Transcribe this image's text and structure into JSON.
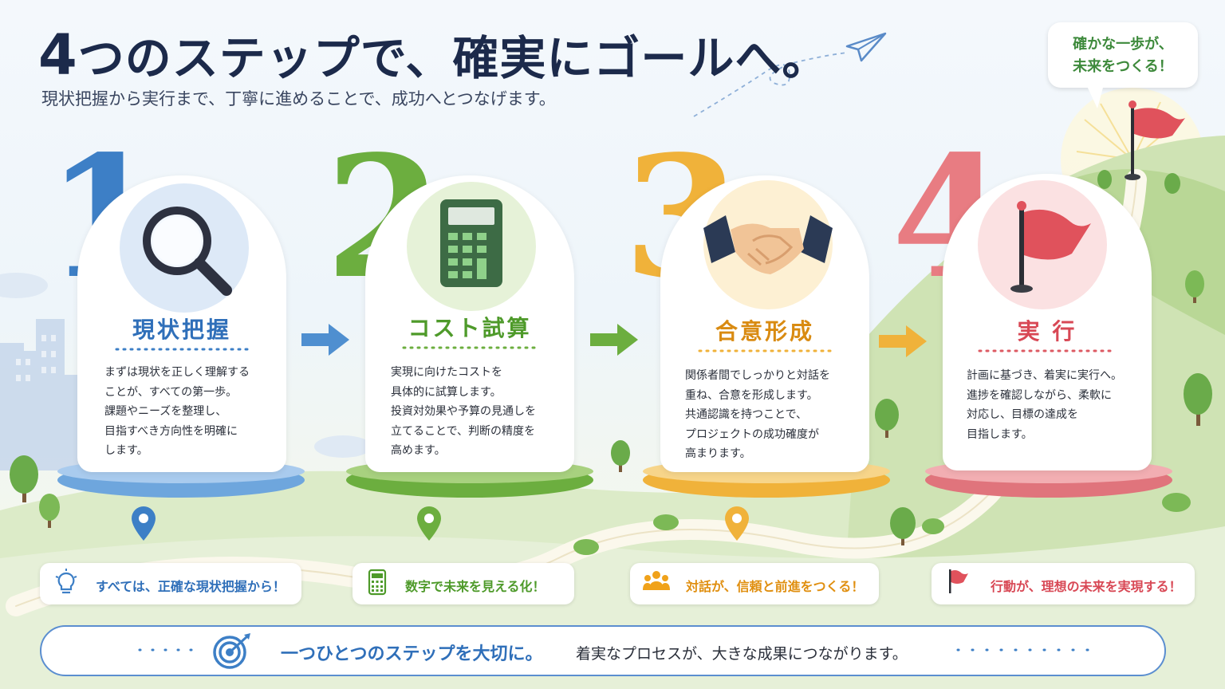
{
  "header": {
    "title_number": "4",
    "title_rest": "つのステップで、確実にゴールへ。",
    "subtitle": "現状把握から実行まで、丁寧に進めることで、成功へとつなげます。"
  },
  "top_bubble": {
    "line1": "確かな一歩が、",
    "line2": "未来をつくる！"
  },
  "steps": [
    {
      "number": "1",
      "title": "現状把握",
      "body": [
        "まずは現状を正しく理解する",
        "ことが、すべての第一歩。",
        "課題やニーズを整理し、",
        "目指すべき方向性を明確に",
        "します。"
      ],
      "callout": "すべては、正確な現状把握から！",
      "color": "#3d7fc6",
      "icon": "magnifier-icon"
    },
    {
      "number": "2",
      "title": "コスト試算",
      "body": [
        "実現に向けたコストを",
        "具体的に試算します。",
        "投資対効果や予算の見通しを",
        "立てることで、判断の精度を",
        "高めます。"
      ],
      "callout": "数字で未来を見える化！",
      "color": "#6cae3f",
      "icon": "calculator-icon"
    },
    {
      "number": "3",
      "title": "合意形成",
      "body": [
        "関係者間でしっかりと対話を",
        "重ね、合意を形成します。",
        "共通認識を持つことで、",
        "プロジェクトの成功確度が",
        "高まります。"
      ],
      "callout": "対話が、信頼と前進をつくる！",
      "color": "#e8a21f",
      "icon": "handshake-icon"
    },
    {
      "number": "4",
      "title": "実 行",
      "body": [
        "計画に基づき、着実に実行へ。",
        "進捗を確認しながら、柔軟に",
        "対応し、目標の達成を",
        "目指します。"
      ],
      "callout": "行動が、理想の未来を実現する！",
      "color": "#dd5a63",
      "icon": "flag-icon"
    }
  ],
  "footer": {
    "strong": "一つひとつのステップを大切に。",
    "normal": "着実なプロセスが、大きな成果につながります。",
    "icon": "target-icon"
  },
  "colors": {
    "title": "#1c2a4b",
    "blue": "#3d7fc6",
    "green": "#6cae3f",
    "orange": "#e8a21f",
    "red": "#dd5a63"
  }
}
